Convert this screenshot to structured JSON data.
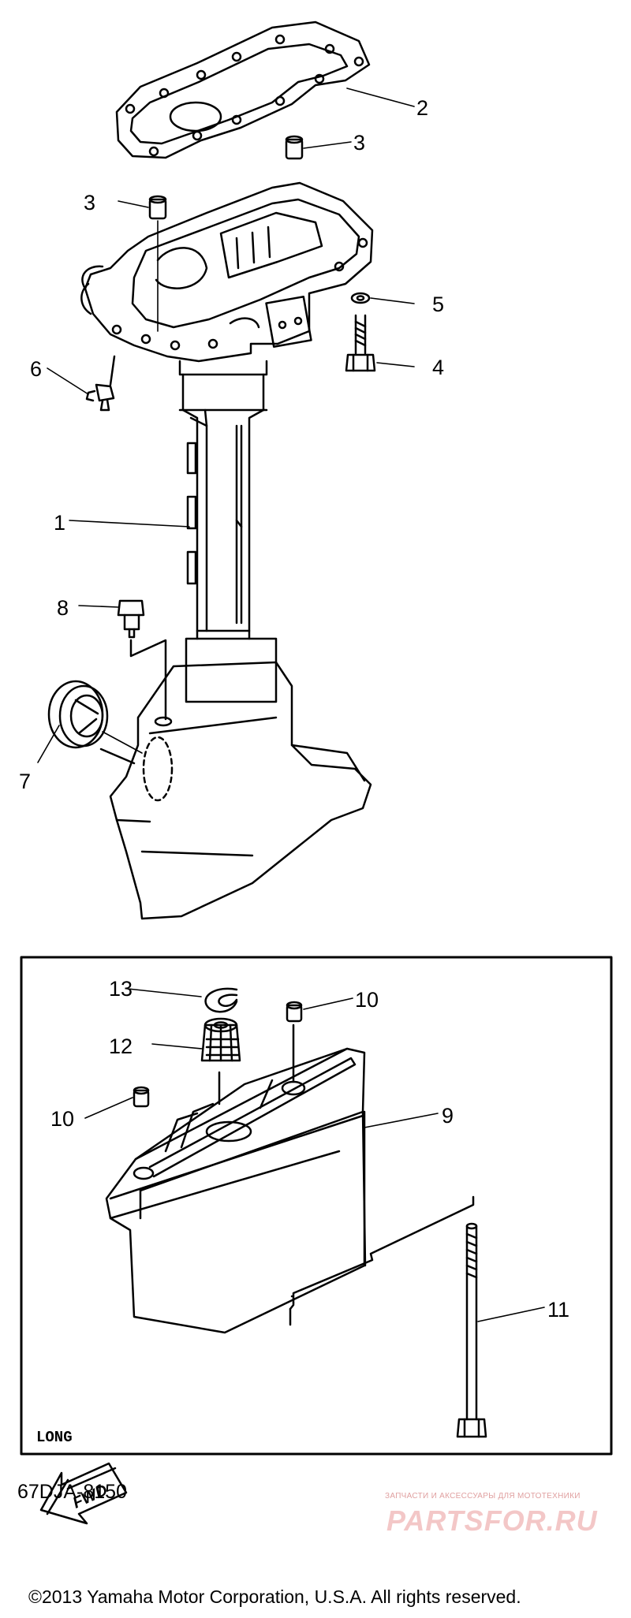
{
  "callouts": {
    "c1": "1",
    "c2": "2",
    "c3a": "3",
    "c3b": "3",
    "c4": "4",
    "c5": "5",
    "c6": "6",
    "c7": "7",
    "c8": "8",
    "c9": "9",
    "c10a": "10",
    "c10b": "10",
    "c11": "11",
    "c12": "12",
    "c13": "13"
  },
  "inset_label": "LONG",
  "fwd_label": "FWD",
  "part_code": "67DJA-8150",
  "copyright": "©2013 Yamaha Motor Corporation, U.S.A. All rights reserved.",
  "watermark": {
    "tagline": "ЗАПЧАСТИ И АКСЕССУАРЫ ДЛЯ МОТОТЕХНИКИ",
    "logo": "PARTSFOR.RU"
  }
}
